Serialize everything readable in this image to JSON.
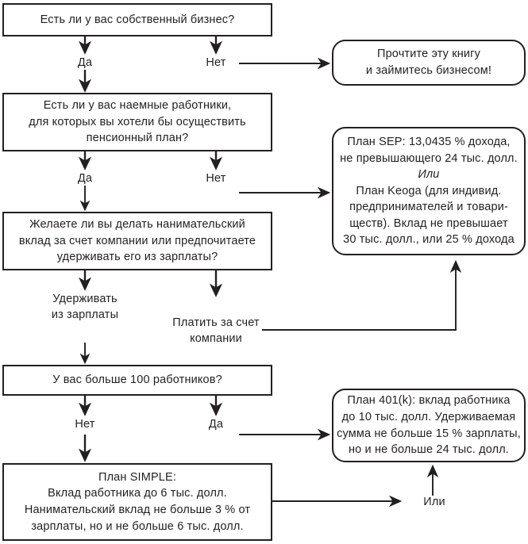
{
  "diagram": {
    "title": "Retirement plan decision flowchart (Russian)",
    "line_color": "#231f20",
    "background": "#ffffff"
  },
  "nodes": {
    "q1": {
      "name": "question-own-business",
      "shape": "rect",
      "lines": [
        "Есть ли у вас собственный бизнес?"
      ]
    },
    "q2": {
      "name": "question-employees-pension",
      "shape": "rect",
      "lines": [
        "Есть ли у вас наемные работники,",
        "для которых вы хотели бы осуществить",
        "пенсионный план?"
      ]
    },
    "q3": {
      "name": "question-employer-contribution",
      "shape": "rect",
      "lines": [
        "Желаете ли вы делать нанимательский",
        "вклад за счет компании или предпочитаете",
        "удерживать его из зарплаты?"
      ]
    },
    "q4": {
      "name": "question-more-than-100-workers",
      "shape": "rect",
      "lines": [
        "У вас больше 100 работников?"
      ]
    },
    "read_book": {
      "name": "outcome-read-book",
      "shape": "rounded",
      "lines": [
        "Прочтите эту книгу",
        "и займитесь бизнесом!"
      ]
    },
    "sep_keogh": {
      "name": "outcome-sep-keogh-plan",
      "shape": "rounded",
      "lines": [
        "План SEP: 13,0435 % дохода,",
        "не превышающего 24 тыс. долл.",
        "Или",
        "План Keoga (для индивид.",
        "предпринимателей и товари-",
        "ществ). Вклад не превышает",
        "30 тыс. долл., или 25 % дохода"
      ],
      "italic_line_index": 2
    },
    "plan_401k": {
      "name": "outcome-401k-plan",
      "shape": "rounded",
      "lines": [
        "План 401(k): вклад работника",
        "до 10 тыс. долл. Удерживаемая",
        "сумма не больше 15 % зарплаты,",
        "но и не больше 24 тыс. долл."
      ]
    },
    "plan_simple": {
      "name": "outcome-simple-plan",
      "shape": "rect",
      "lines": [
        "План SIMPLE:",
        "Вклад работника до 6 тыс. долл.",
        "Нанимательский вклад не больше 3 % от",
        "зарплаты, но и не больше 6 тыс. долл."
      ]
    }
  },
  "edge_labels": {
    "q1_yes": "Да",
    "q1_no": "Нет",
    "q2_yes": "Да",
    "q2_no": "Нет",
    "q3_withhold": [
      "Удерживать",
      "из зарплаты"
    ],
    "q3_company": [
      "Платить за счет",
      "компании"
    ],
    "q4_no": "Нет",
    "q4_yes": "Да",
    "or_join": "Или"
  }
}
